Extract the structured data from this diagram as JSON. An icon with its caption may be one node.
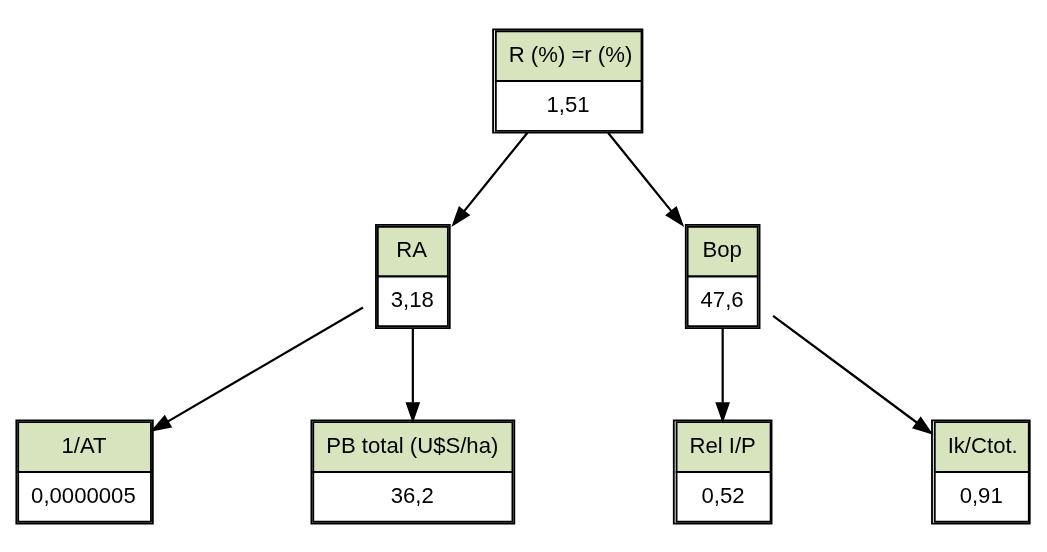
{
  "diagram": {
    "nodes": [
      {
        "text": [
          "R (%) =r (%)",
          "1,51"
        ]
      },
      {
        "text": [
          "RA",
          "3,18"
        ]
      },
      {
        "text": [
          "Bop",
          "47,6"
        ]
      },
      {
        "text": [
          "1/AT",
          "0,0000005"
        ]
      },
      {
        "text": [
          "PB total (U$S/ha)",
          "36,2"
        ]
      },
      {
        "text": [
          "Rel I/P",
          "0,52"
        ]
      },
      {
        "text": [
          "Ik/Ctot.",
          "0,91"
        ]
      }
    ],
    "edges": [
      {
        "from": 0,
        "to": 1,
        "arrow": "to"
      },
      {
        "from": 0,
        "to": 2,
        "arrow": "to"
      },
      {
        "from": 1,
        "to": 3,
        "arrow": "to"
      },
      {
        "from": 1,
        "to": 4,
        "arrow": "to"
      },
      {
        "from": 2,
        "to": 5,
        "arrow": "to"
      },
      {
        "from": 2,
        "to": 6,
        "arrow": "to"
      }
    ]
  }
}
